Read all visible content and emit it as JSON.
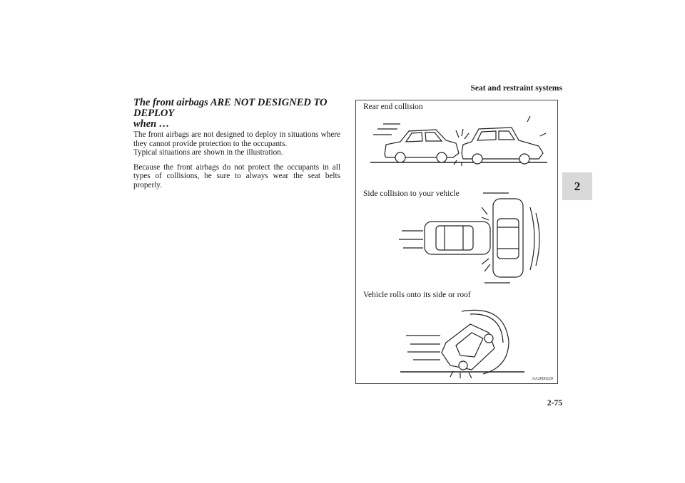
{
  "header": {
    "title": "Seat and restraint systems",
    "page_number": "2-75"
  },
  "chapter_tab": "2",
  "section": {
    "heading_line1": "The front airbags ARE NOT DESIGNED TO DEPLOY",
    "heading_line2": "when …",
    "para1": "The front airbags are not designed to deploy in situations where they cannot provide protection to the occupants.",
    "para2": "Typical situations are shown in the illustration.",
    "para3": "Because the front airbags do not protect the occupants in all types of collisions, be sure to always wear the seat belts properly."
  },
  "illustration": {
    "labels": {
      "rear_end": "Rear end collision",
      "side": "Side collision to your vehicle",
      "rollover": "Vehicle rolls onto its side or roof"
    },
    "code": "AA2000220"
  }
}
